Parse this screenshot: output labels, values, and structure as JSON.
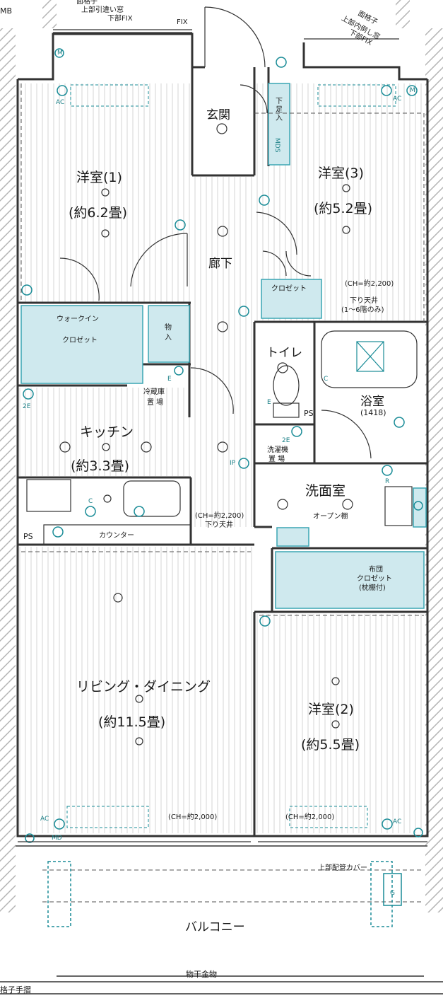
{
  "colors": {
    "wall": "#8c8c8c",
    "line": "#333333",
    "floor_stripe": "#d4d4d4",
    "storage": "#cfe9ee",
    "storage_stroke": "#3aa6b3",
    "equipment": "#1a8c97",
    "ext_hatch": "#bcbcbc"
  },
  "labels": {
    "mb": "MB",
    "window_nw_1": "面格子",
    "window_nw_2": "上部引違い窓",
    "window_nw_3": "下部FIX",
    "fix": "FIX",
    "window_ne_1": "面格子",
    "window_ne_2": "上部内倒し窓",
    "window_ne_3": "下部FIX",
    "entrance": "玄関",
    "shoe_box": "下足入",
    "mds": "MDS",
    "room1_name": "洋室(1)",
    "room1_size": "(約6.2畳)",
    "room3_name": "洋室(3)",
    "room3_size": "(約5.2畳)",
    "hallway": "廊下",
    "closet": "クロゼット",
    "ch_2200_ne": "(CH=約2,200)",
    "dropped_ceiling_1": "下り天井",
    "dropped_ceiling_1_note": "(1～6階のみ)",
    "walkin_1": "ウォークイン",
    "walkin_2": "クロゼット",
    "storage_1": "物",
    "storage_2": "入",
    "toilet": "トイレ",
    "bath": "浴室",
    "bath_size": "(1418)",
    "fridge_1": "冷蔵庫",
    "fridge_2": "置 場",
    "ps": "PS",
    "kitchen_name": "キッチン",
    "kitchen_size": "(約3.3畳)",
    "washer_1": "洗濯機",
    "washer_2": "置 場",
    "washroom": "洗面室",
    "open_shelf": "オープン棚",
    "ch_2200_mid": "(CH=約2,200)",
    "dropped_ceiling_2": "下り天井",
    "counter": "カウンター",
    "ps2": "PS",
    "futon_1": "布団",
    "futon_2": "クロゼット",
    "futon_3": "(枕棚付)",
    "living_name": "リビング・ダイニング",
    "living_size": "(約11.5畳)",
    "room2_name": "洋室(2)",
    "room2_size": "(約5.5畳)",
    "ch_2000_l": "(CH=約2,000)",
    "ch_2000_r": "(CH=約2,000)",
    "pipe_cover": "上部配管カバー",
    "balcony": "バルコニー",
    "drying_rack": "物干金物",
    "railing": "格子手摺"
  },
  "icons": {
    "ac_tag": "AC",
    "md_tag": "MD",
    "m_tag": "M",
    "c_tag": "C",
    "e_tag": "E",
    "ip_tag": "IP",
    "r_tag": "R",
    "g_tag": "G",
    "two_e": "2E"
  }
}
